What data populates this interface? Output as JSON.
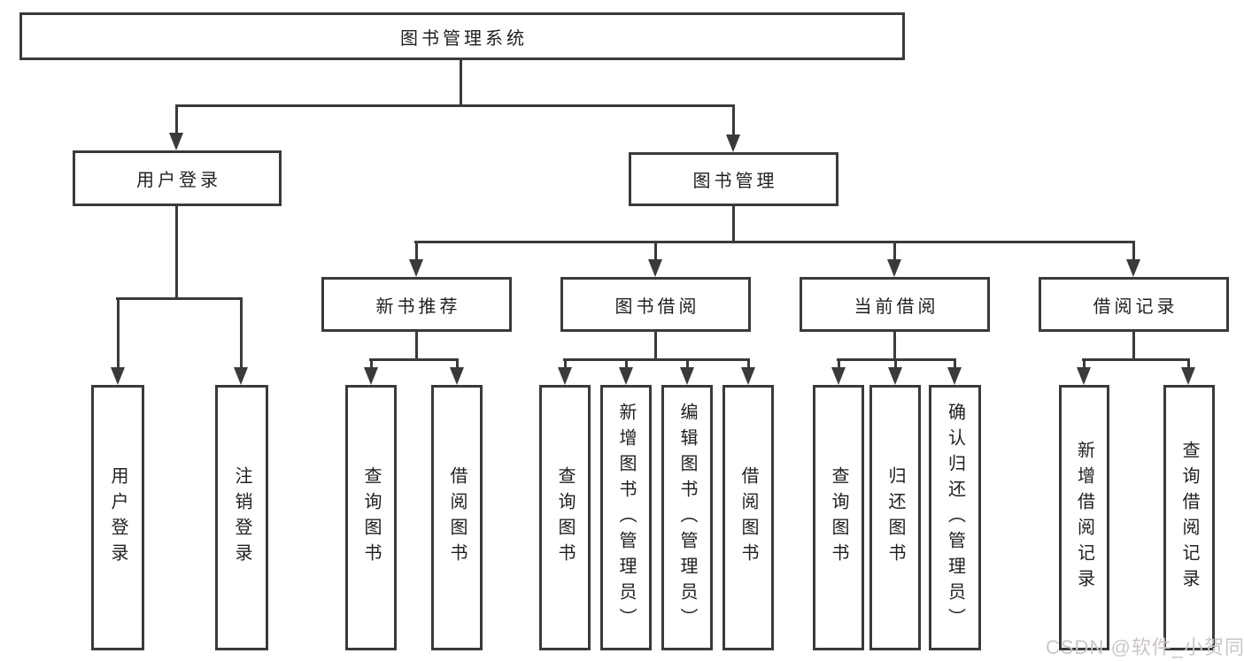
{
  "watermark": "CSDN @软件_小贺同学",
  "colors": {
    "line": "#3a3a3a",
    "text": "#1f1f1f",
    "watermark": "#ccc5c5"
  },
  "tree": {
    "root": "图书管理系统",
    "children": [
      {
        "label": "用户登录",
        "children": [
          "用户登录",
          "注销登录"
        ]
      },
      {
        "label": "图书管理",
        "children": [
          {
            "label": "新书推荐",
            "children": [
              "查询图书",
              "借阅图书"
            ]
          },
          {
            "label": "图书借阅",
            "children": [
              "查询图书",
              "新增图书（管理员）",
              "编辑图书（管理员）",
              "借阅图书"
            ]
          },
          {
            "label": "当前借阅",
            "children": [
              "查询图书",
              "归还图书",
              "确认归还（管理员）"
            ]
          },
          {
            "label": "借阅记录",
            "children": [
              "新增借阅记录",
              "查询借阅记录"
            ]
          }
        ]
      }
    ]
  }
}
